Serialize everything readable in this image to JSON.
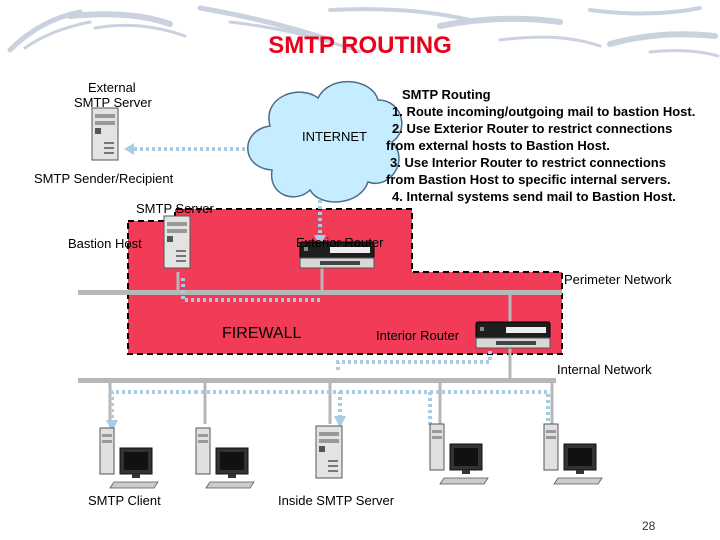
{
  "title": "SMTP ROUTING",
  "labels": {
    "external_server": [
      "External",
      "SMTP Server"
    ],
    "sender": "SMTP Sender/Recipient",
    "internet": "INTERNET",
    "smtp_server": "SMTP Server",
    "bastion": "Bastion Host",
    "exterior_router": "Exterior Router",
    "perimeter_network": "Perimeter Network",
    "firewall": "FIREWALL",
    "interior_router": "Interior Router",
    "internal_network": "Internal Network",
    "smtp_client": "SMTP Client",
    "inside_server": "Inside SMTP Server"
  },
  "routing": {
    "heading": "SMTP Routing",
    "steps": [
      "1. Route incoming/outgoing mail to bastion Host.",
      "2. Use Exterior Router to restrict connections",
      "from external hosts to Bastion Host.",
      "3. Use Interior Router to restrict connections",
      "from Bastion Host to specific internal servers.",
      "4. Internal systems send mail to Bastion Host."
    ]
  },
  "page_number": "28",
  "colors": {
    "title": "#e8001c",
    "firewall": "#f23b57",
    "cloud": "#c6ecff",
    "dotted_link": "#a9cbe3",
    "network_line": "#b7b7b7"
  },
  "icons": [
    "server-icon",
    "router-icon",
    "workstation-icon",
    "cloud-icon"
  ]
}
